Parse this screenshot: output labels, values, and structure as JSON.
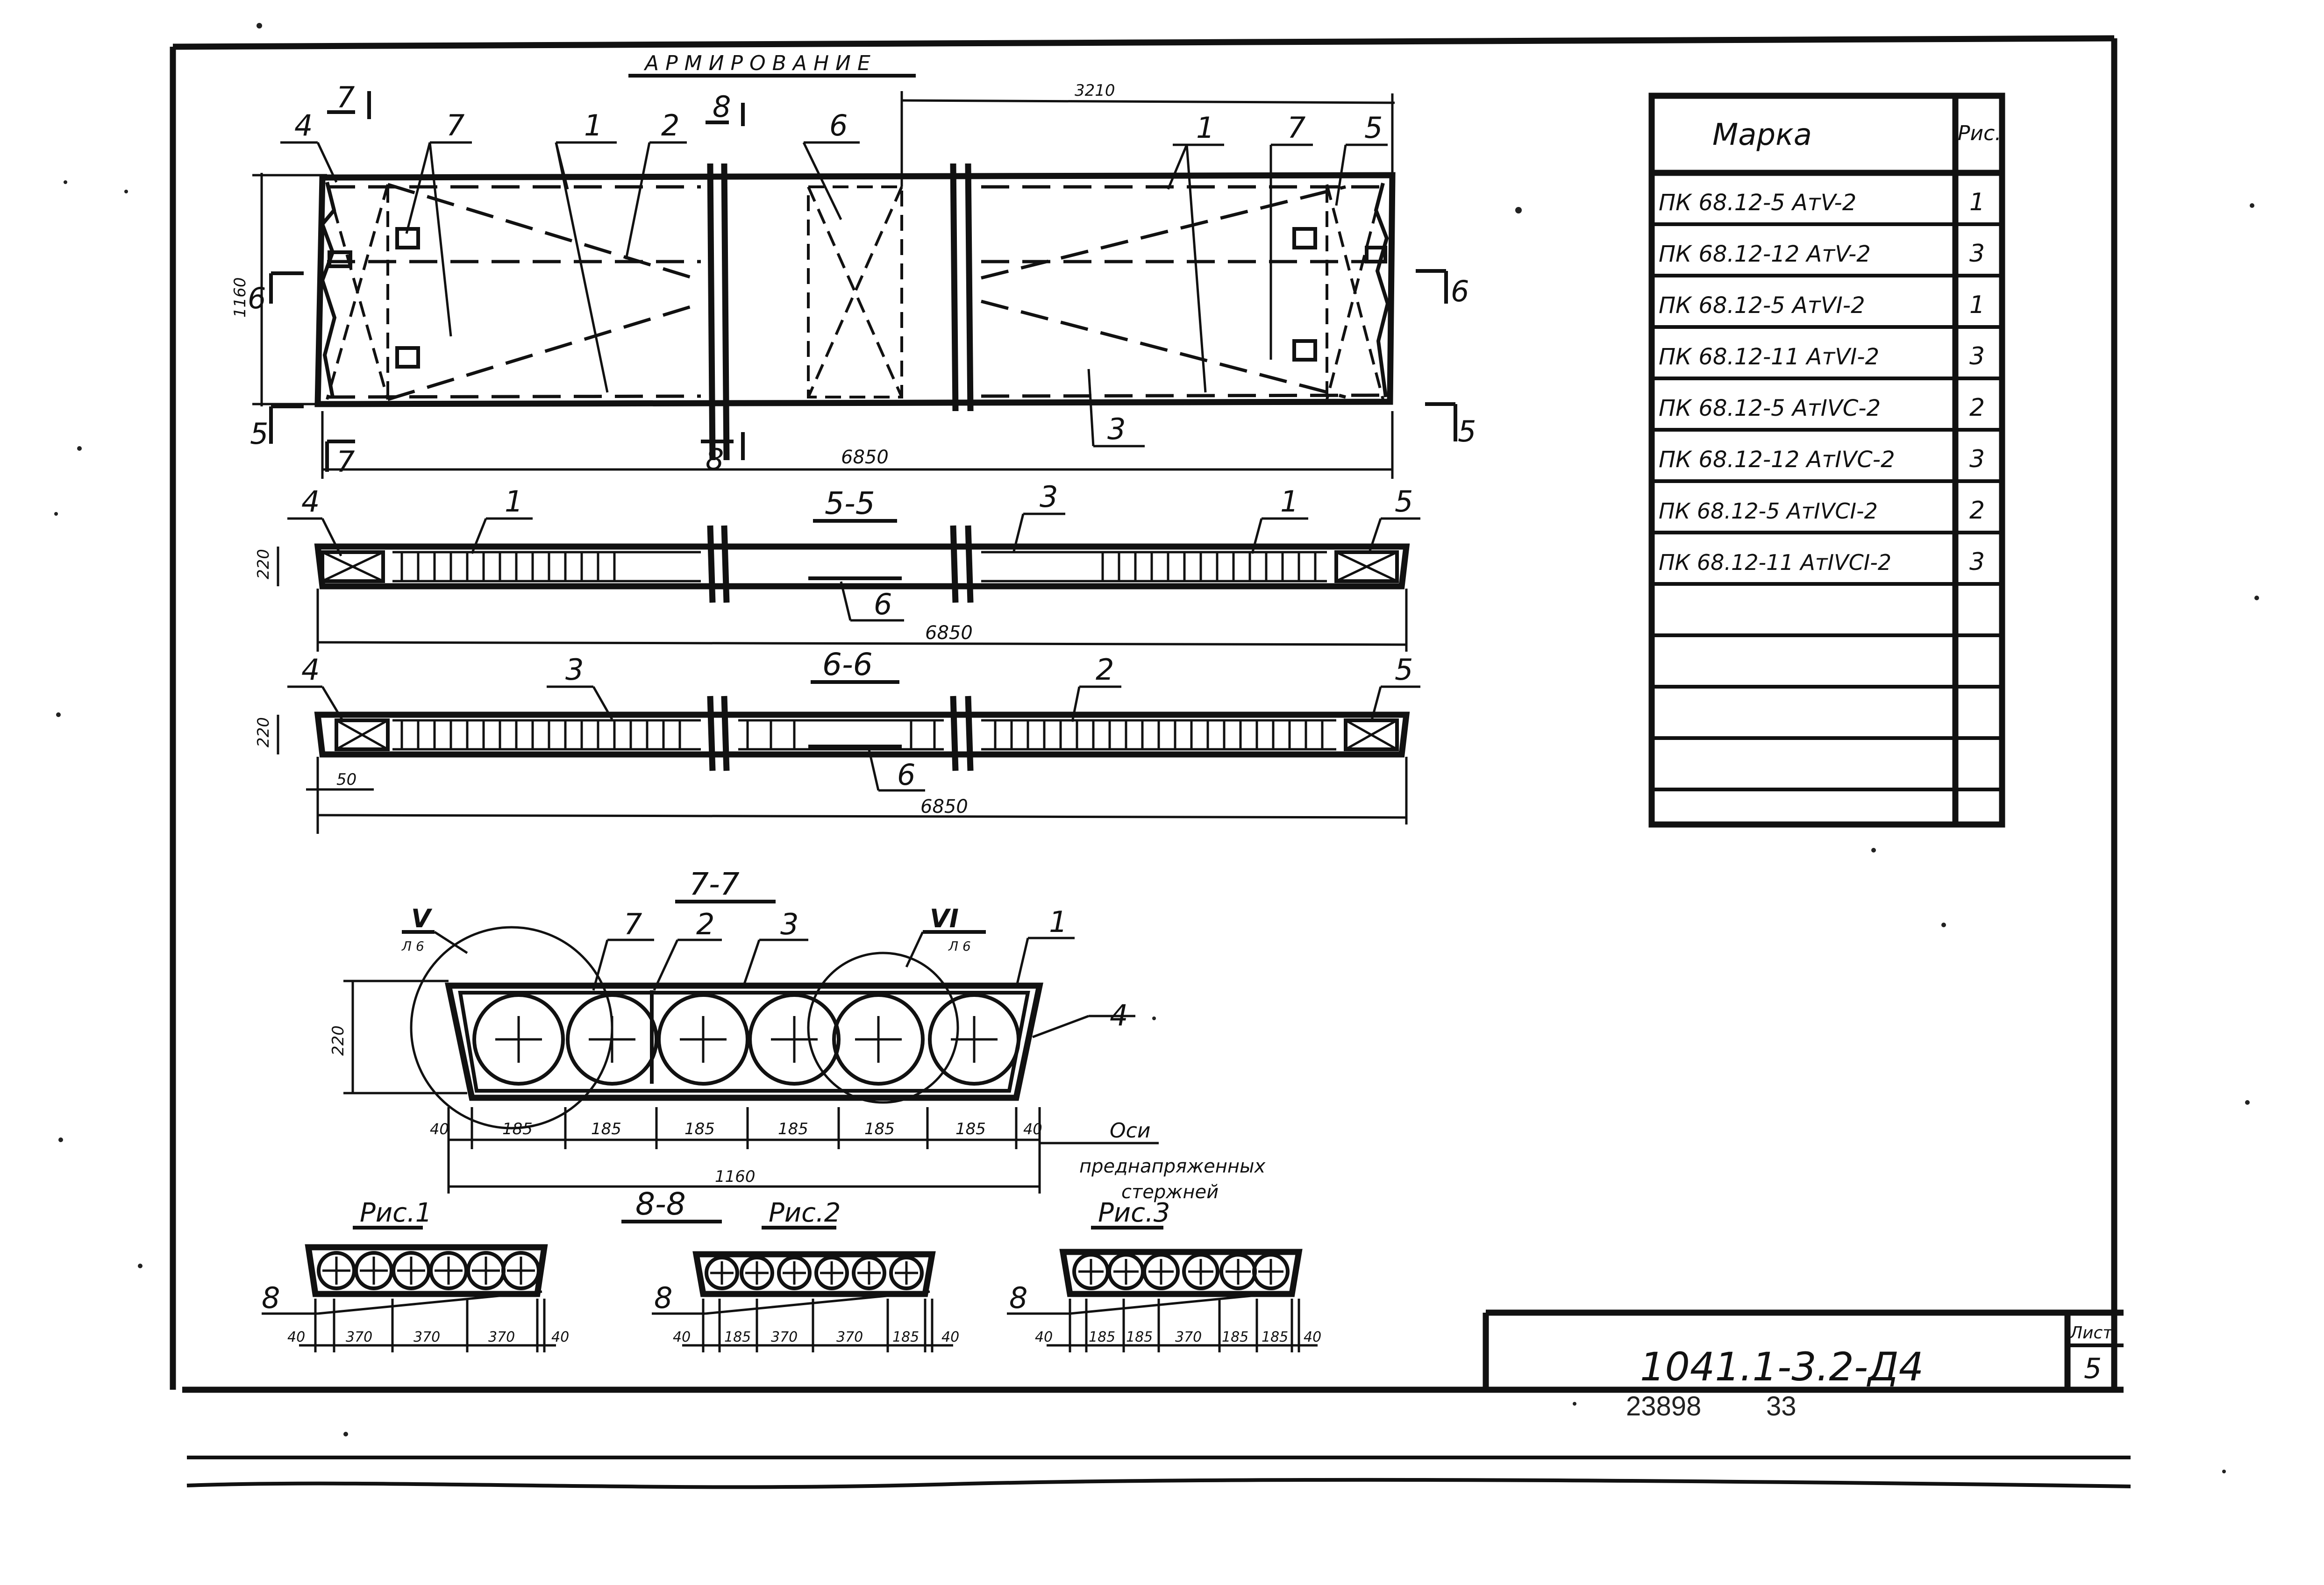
{
  "heading": "АРМИРОВАНИЕ",
  "plan": {
    "dim_length": "6850",
    "dim_width": "1160",
    "dim_offset": "3210",
    "callouts": [
      "4",
      "7",
      "1",
      "2",
      "8",
      "6",
      "1",
      "7",
      "5",
      "3"
    ],
    "section_marks": [
      "7",
      "8",
      "6",
      "5",
      "6",
      "5",
      "7",
      "8"
    ]
  },
  "section_5_5": {
    "title": "5-5",
    "height": "220",
    "length": "6850",
    "callouts": [
      "4",
      "1",
      "3",
      "1",
      "5",
      "6"
    ]
  },
  "section_6_6": {
    "title": "6-6",
    "height": "220",
    "length": "6850",
    "offset": "50",
    "callouts": [
      "4",
      "3",
      "2",
      "5",
      "6"
    ]
  },
  "section_7_7": {
    "title": "7-7",
    "height": "220",
    "node_left": "V",
    "node_left_ref": "Л 6",
    "node_right": "VI",
    "node_right_ref": "Л 6",
    "callouts": [
      "7",
      "2",
      "3",
      "1",
      "4"
    ],
    "dims": [
      "40",
      "185",
      "185",
      "185",
      "185",
      "185",
      "185",
      "40"
    ],
    "total": "1160",
    "axes_note_1": "Оси",
    "axes_note_2": "преднапряженных",
    "axes_note_3": "стержней"
  },
  "section_8_8": {
    "title": "8-8",
    "fig1": {
      "label": "Рис.1",
      "callout": "8",
      "dims": [
        "40",
        "370",
        "370",
        "370",
        "40"
      ]
    },
    "fig2": {
      "label": "Рис.2",
      "callout": "8",
      "dims": [
        "40",
        "185",
        "370",
        "370",
        "185",
        "40"
      ]
    },
    "fig3": {
      "label": "Рис.3",
      "callout": "8",
      "dims": [
        "40",
        "185",
        "185",
        "370",
        "185",
        "185",
        "40"
      ]
    }
  },
  "mark_table": {
    "headers": [
      "Марка",
      "Рис."
    ],
    "rows": [
      [
        "ПК 68.12-5 АтV-2",
        "1"
      ],
      [
        "ПК 68.12-12 АтV-2",
        "3"
      ],
      [
        "ПК 68.12-5 АтVI-2",
        "1"
      ],
      [
        "ПК 68.12-11 АтVI-2",
        "3"
      ],
      [
        "ПК 68.12-5 АтIVC-2",
        "2"
      ],
      [
        "ПК 68.12-12 АтIVC-2",
        "3"
      ],
      [
        "ПК 68.12-5 АтIVCI-2",
        "2"
      ],
      [
        "ПК 68.12-11 АтIVCI-2",
        "3"
      ]
    ]
  },
  "title_block": {
    "code": "1041.1-3.2-Д4",
    "sheet_label": "Лист",
    "sheet_number": "5",
    "inventory": "23898",
    "page": "33"
  }
}
